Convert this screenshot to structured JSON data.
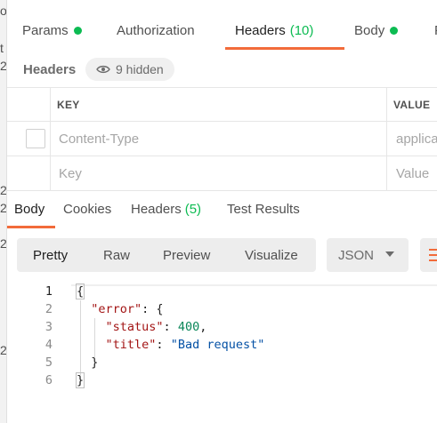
{
  "left_edge_fragments": [
    "ow",
    "t",
    "2",
    "2",
    "2",
    "2",
    "2"
  ],
  "request_tabs": [
    {
      "label": "Params",
      "dot": true
    },
    {
      "label": "Authorization"
    },
    {
      "label": "Headers",
      "count": "(10)",
      "active": true
    },
    {
      "label": "Body",
      "dot": true
    },
    {
      "label": "P"
    }
  ],
  "headers_section": {
    "title": "Headers",
    "hidden_label": "9 hidden",
    "columns": {
      "key": "KEY",
      "value": "VALUE"
    },
    "rows": [
      {
        "key_placeholder": "Content-Type",
        "value_placeholder": "applica"
      },
      {
        "key_placeholder": "Key",
        "value_placeholder": "Value"
      }
    ]
  },
  "response_tabs": [
    {
      "label": "Body",
      "active": true
    },
    {
      "label": "Cookies"
    },
    {
      "label": "Headers",
      "count": "(5)"
    },
    {
      "label": "Test Results"
    }
  ],
  "toolbar": {
    "modes": [
      "Pretty",
      "Raw",
      "Preview",
      "Visualize"
    ],
    "active_mode": "Pretty",
    "language": "JSON"
  },
  "code": {
    "line_numbers": [
      "1",
      "2",
      "3",
      "4",
      "5",
      "6"
    ],
    "l1": "{",
    "l2_key": "\"error\"",
    "l2_rest": ": {",
    "l3_key": "\"status\"",
    "l3_sep": ": ",
    "l3_val": "400",
    "l3_end": ",",
    "l4_key": "\"title\"",
    "l4_sep": ": ",
    "l4_val": "\"Bad request\"",
    "l5": "}",
    "l6": "}"
  },
  "colors": {
    "accent": "#f26b3a",
    "success": "#0cbb52"
  }
}
